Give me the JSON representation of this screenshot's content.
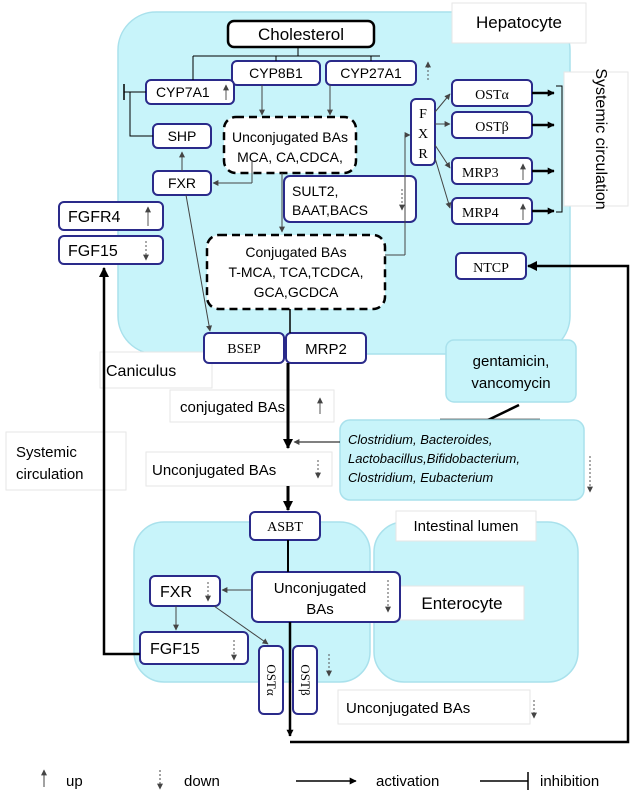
{
  "compartments": {
    "hepatocyte": "Hepatocyte",
    "caniculus": "Caniculus",
    "systemic_circulation_right": "Systemic circulation",
    "systemic_circulation_left_line1": "Systemic",
    "systemic_circulation_left_line2": "circulation",
    "intestinal_lumen": "Intestinal lumen",
    "enterocyte": "Enterocyte"
  },
  "nodes": {
    "cholesterol": "Cholesterol",
    "cyp8b1": "CYP8B1",
    "cyp27a1": "CYP27A1",
    "cyp7a1": "CYP7A1",
    "shp": "SHP",
    "fxr_liver": "FXR",
    "fgfr4": "FGFR4",
    "fgf15_liver": "FGF15",
    "unconj_liver_line1": "Unconjugated BAs",
    "unconj_liver_line2": "MCA, CA,CDCA,",
    "sult_line1": "SULT2,",
    "sult_line2": "BAAT,BACS",
    "conj_line1": "Conjugated BAs",
    "conj_line2": "T-MCA, TCA,TCDCA,",
    "conj_line3": "GCA,GCDCA",
    "fxr_vertical": [
      "F",
      "X",
      "R"
    ],
    "ost_alpha": "OSTα",
    "ost_beta": "OSTβ",
    "mrp3": "MRP3",
    "mrp4": "MRP4",
    "ntcp": "NTCP",
    "bsep": "BSEP",
    "mrp2": "MRP2",
    "antibiotics_line1": "gentamicin,",
    "antibiotics_line2": "vancomycin",
    "bacteria_line1": "Clostridium, Bacteroides,",
    "bacteria_line2": "Lactobacillus,Bifidobacterium,",
    "bacteria_line3": "Clostridium, Eubacterium",
    "conjugated_bas": "conjugated BAs",
    "unconjugated_bas_mid": "Unconjugated BAs",
    "asbt": "ASBT",
    "fxr_intestine": "FXR",
    "unconj_ent_line1": "Unconjugated",
    "unconj_ent_line2": "BAs",
    "fgf15_intestine": "FGF15",
    "ost_alpha_ent": "OSTα",
    "ost_beta_ent": "OSTβ",
    "unconjugated_bas_bottom": "Unconjugated BAs"
  },
  "legend": {
    "up": "up",
    "down": "down",
    "activation": "activation",
    "inhibition": "inhibition"
  },
  "colors": {
    "box_border": "#2a2a8a",
    "cell_fill": "#c8f4fa",
    "cell_border": "#a9e1ec",
    "line": "#000000",
    "arrow_gray": "#444444"
  }
}
